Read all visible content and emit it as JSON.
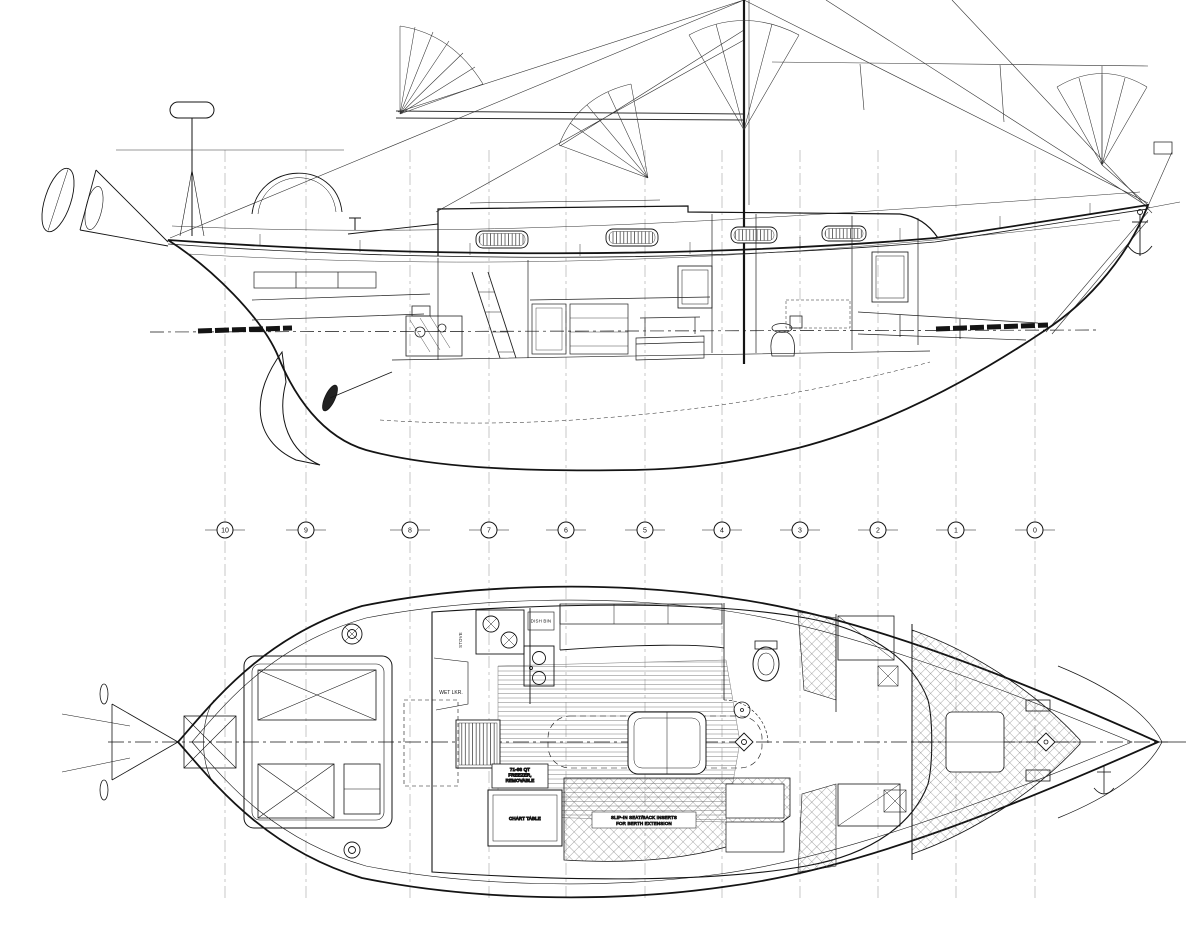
{
  "document": {
    "kind": "naval architecture general-arrangement drawing",
    "views": {
      "top": "sail / profile elevation",
      "bottom": "accommodation deck plan"
    }
  },
  "stations": [
    "10",
    "9",
    "8",
    "7",
    "6",
    "5",
    "4",
    "3",
    "2",
    "1",
    "0"
  ],
  "labels": {
    "wet_locker": "WET LKR.",
    "stove": "STOVE",
    "dish_bin": "DISH BIN",
    "chart_table": "CHART TABLE",
    "freezer_line1": "71-86 QT",
    "freezer_line2": "FREEZER,",
    "freezer_line3": "REMOVABLE",
    "berth_ext_line1": "SLIP-IN SEAT/BACK INSERTS",
    "berth_ext_line2": "FOR BERTH EXTENSION"
  },
  "colors": {
    "ink": "#141414",
    "paper": "#ffffff",
    "hatch": "#555555",
    "station_line": "#9a9a9a"
  }
}
